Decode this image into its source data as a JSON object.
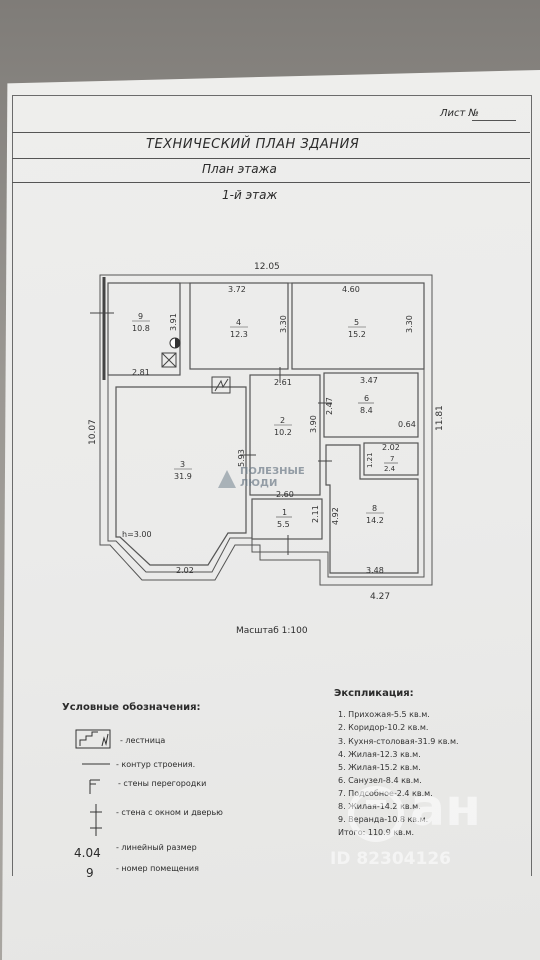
{
  "sheet": {
    "sheet_label": "Лист №",
    "title": "ТЕХНИЧЕСКИЙ ПЛАН ЗДАНИЯ",
    "subtitle": "План этажа",
    "floor": "1-й этаж",
    "scale": "Масштаб 1:100"
  },
  "plan": {
    "dimensions": {
      "top_overall": "12.05",
      "left_overall": "10.07",
      "right_overall": "11.81",
      "bottom_right": "4.27",
      "r9_height": "3.91",
      "r9_width": "2.81",
      "r4_width": "3.72",
      "r4_height": "3.30",
      "r5_width": "4.60",
      "r5_height": "3.30",
      "r6_width": "3.47",
      "r6_height": "2.47",
      "r6_small": "0.64",
      "r7_width": "2.02",
      "r7_height": "1.21",
      "r2_width": "2.61",
      "r2_height": "3.90",
      "r3_height": "5.93",
      "r3_bay": "2.02",
      "r1_width": "2.60",
      "r1_height": "2.11",
      "r8_height": "4.92",
      "r8_width": "3.48",
      "ceiling_height": "h=3.00"
    },
    "rooms": [
      {
        "num": "1",
        "area": "5.5"
      },
      {
        "num": "2",
        "area": "10.2"
      },
      {
        "num": "3",
        "area": "31.9"
      },
      {
        "num": "4",
        "area": "12.3"
      },
      {
        "num": "5",
        "area": "15.2"
      },
      {
        "num": "6",
        "area": "8.4"
      },
      {
        "num": "7",
        "area": "2.4"
      },
      {
        "num": "8",
        "area": "14.2"
      },
      {
        "num": "9",
        "area": "10.8"
      }
    ]
  },
  "legend": {
    "title": "Условные обозначения:",
    "items": [
      {
        "label": "- лестница"
      },
      {
        "label": "- контур строения."
      },
      {
        "label": "- стены перегородки"
      },
      {
        "label": "- стена с окном и дверью"
      },
      {
        "label": "- линейный размер"
      },
      {
        "label": "- номер помещения"
      }
    ],
    "dim_sample": "4.04",
    "num_sample": "9"
  },
  "explication": {
    "title": "Экспликация:",
    "items": [
      "1. Прихожая-5.5 кв.м.",
      "2. Коридор-10.2 кв.м.",
      "3. Кухня-столовая-31.9 кв.м.",
      "4. Жилая-12.3 кв.м.",
      "5. Жилая-15.2 кв.м.",
      "6. Санузел-8.4 кв.м.",
      "7. Подсобное-2.4 кв.м.",
      "8. Жилая-14.2 кв.м.",
      "9. Веранда-10.8 кв.м."
    ],
    "total": "Итого: 110.9 кв.м."
  },
  "watermarks": {
    "stamp_line1": "ПОЛЕЗНЫЕ",
    "stamp_line2": "ЛЮДИ",
    "brand": "ан",
    "id": "ID 82304126"
  }
}
